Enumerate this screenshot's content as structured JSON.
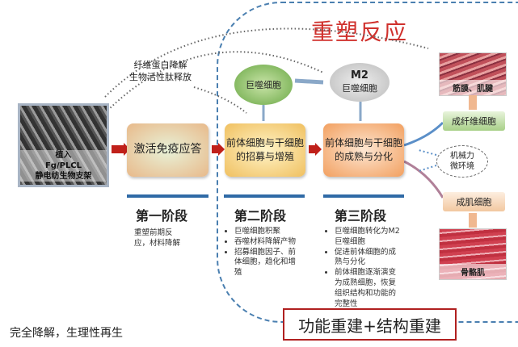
{
  "title": "重塑反应",
  "scaffold": {
    "line1": "植入",
    "line2": "Fg/PLCL",
    "line3": "静电纺生物支架"
  },
  "note": {
    "line1": "纤维蛋白降解",
    "line2": "生物活性肽释放"
  },
  "boxes": {
    "immune": "激活免疫应答",
    "recruit": "前体细胞与干细胞的招募与增殖",
    "mature": "前体细胞与干细胞的成熟与分化"
  },
  "cells": {
    "macrophage": "巨噬细胞",
    "m2_line1": "M2",
    "m2_line2": "巨噬细胞",
    "fibroblast": "成纤维细胞",
    "myoblast": "成肌细胞",
    "mech_line1": "机械力",
    "mech_line2": "微环境"
  },
  "tissues": {
    "fascia": "筋膜、肌腱",
    "muscle": "骨骼肌"
  },
  "stages": [
    {
      "title": "第一阶段",
      "bullets": [
        "重塑前期反应，材料降解"
      ]
    },
    {
      "title": "第二阶段",
      "bullets": [
        "巨噬细胞积聚",
        "吞噬材料降解产物",
        "招募细胞因子、前体细胞，趋化和增殖"
      ]
    },
    {
      "title": "第三阶段",
      "bullets": [
        "巨噬细胞转化为M2 巨噬细胞",
        "促进前体细胞的成熟与分化",
        "前体细胞逐渐演变为成熟细胞，恢复组织结构和功能的完整性"
      ]
    }
  ],
  "bottom_text": "完全降解，生理性再生",
  "final": "功能重建+结构重建"
}
